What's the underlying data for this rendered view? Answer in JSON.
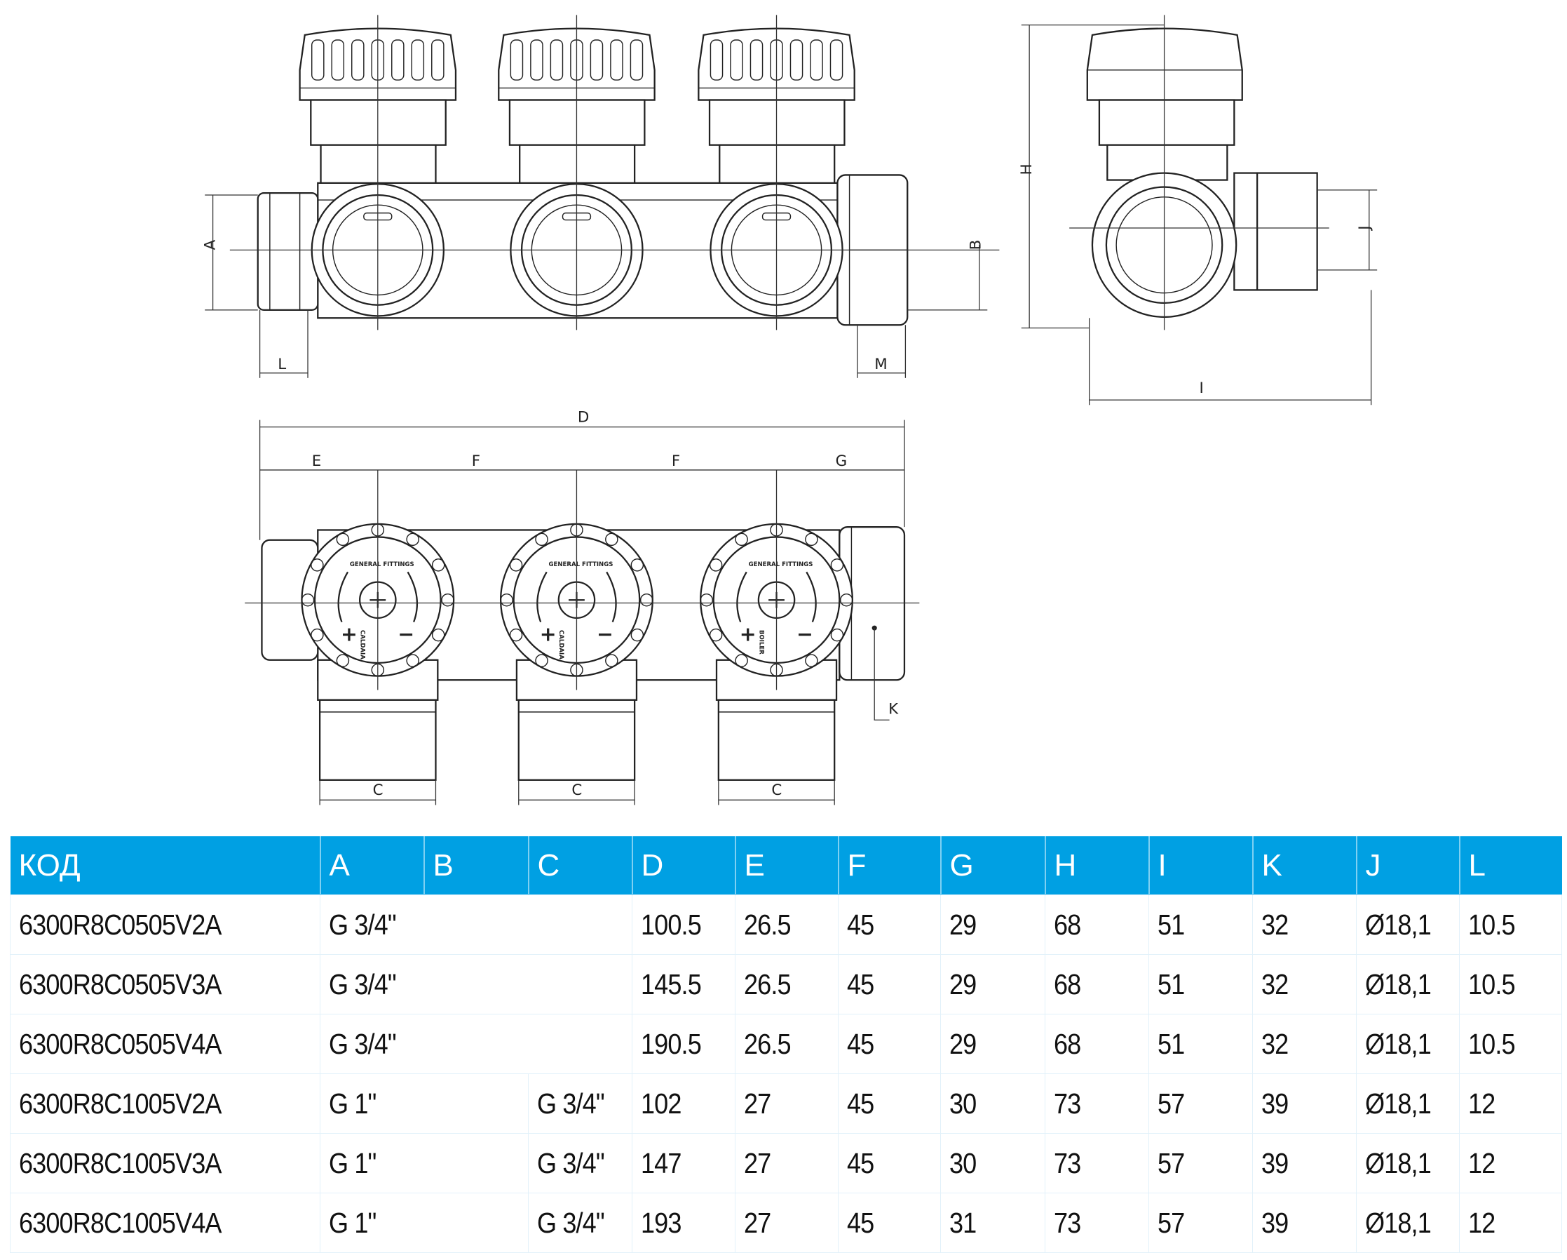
{
  "drawing": {
    "dimension_labels": {
      "A": "A",
      "B": "B",
      "C": "C",
      "D": "D",
      "E": "E",
      "F": "F",
      "G": "G",
      "H": "H",
      "I": "I",
      "J": "J",
      "K": "K",
      "L": "L",
      "M": "M"
    },
    "knob_logo": "GENERAL FITTINGS",
    "knob_labels": [
      "CALDAIA",
      "CALDAIA",
      "BOILER"
    ]
  },
  "table": {
    "headers": [
      "КОД",
      "A",
      "B",
      "C",
      "D",
      "E",
      "F",
      "G",
      "H",
      "I",
      "K",
      "J",
      "L"
    ],
    "header_color": "#00a0e3",
    "rows": [
      {
        "code": "6300R8C0505V2A",
        "A": "G 3/4\"",
        "B": "",
        "C": "",
        "D": "100.5",
        "E": "26.5",
        "F": "45",
        "G": "29",
        "H": "68",
        "I": "51",
        "K": "32",
        "J": "Ø18,1",
        "L": "10.5"
      },
      {
        "code": "6300R8C0505V3A",
        "A": "G 3/4\"",
        "B": "",
        "C": "",
        "D": "145.5",
        "E": "26.5",
        "F": "45",
        "G": "29",
        "H": "68",
        "I": "51",
        "K": "32",
        "J": "Ø18,1",
        "L": "10.5"
      },
      {
        "code": "6300R8C0505V4A",
        "A": "G 3/4\"",
        "B": "",
        "C": "",
        "D": "190.5",
        "E": "26.5",
        "F": "45",
        "G": "29",
        "H": "68",
        "I": "51",
        "K": "32",
        "J": "Ø18,1",
        "L": "10.5"
      },
      {
        "code": "6300R8C1005V2A",
        "A": "G 1\"",
        "B": "",
        "C": "G 3/4\"",
        "D": "102",
        "E": "27",
        "F": "45",
        "G": "30",
        "H": "73",
        "I": "57",
        "K": "39",
        "J": "Ø18,1",
        "L": "12"
      },
      {
        "code": "6300R8C1005V3A",
        "A": "G 1\"",
        "B": "",
        "C": "G 3/4\"",
        "D": "147",
        "E": "27",
        "F": "45",
        "G": "30",
        "H": "73",
        "I": "57",
        "K": "39",
        "J": "Ø18,1",
        "L": "12"
      },
      {
        "code": "6300R8C1005V4A",
        "A": "G 1\"",
        "B": "",
        "C": "G 3/4\"",
        "D": "193",
        "E": "27",
        "F": "45",
        "G": "31",
        "H": "73",
        "I": "57",
        "K": "39",
        "J": "Ø18,1",
        "L": "12"
      }
    ]
  }
}
